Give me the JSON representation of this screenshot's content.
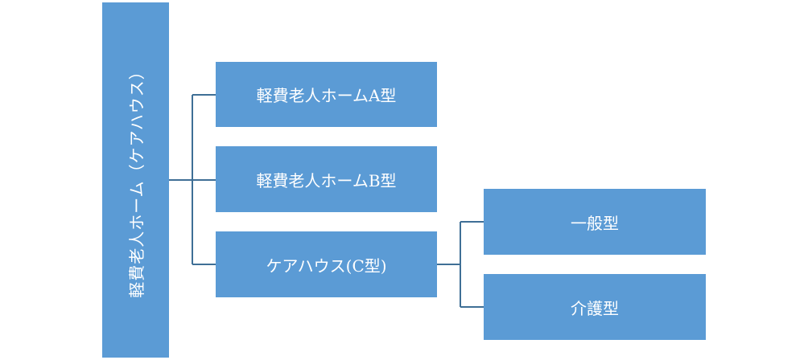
{
  "diagram": {
    "root": {
      "label": "軽費老人ホーム（ケアハウス）"
    },
    "children": [
      {
        "label": "軽費老人ホームA型"
      },
      {
        "label": "軽費老人ホームB型"
      },
      {
        "label": "ケアハウス(C型)",
        "children": [
          {
            "label": "一般型"
          },
          {
            "label": "介護型"
          }
        ]
      }
    ]
  },
  "colors": {
    "node_fill": "#5b9bd5",
    "node_text": "#ffffff",
    "connector": "#3f6f96"
  }
}
